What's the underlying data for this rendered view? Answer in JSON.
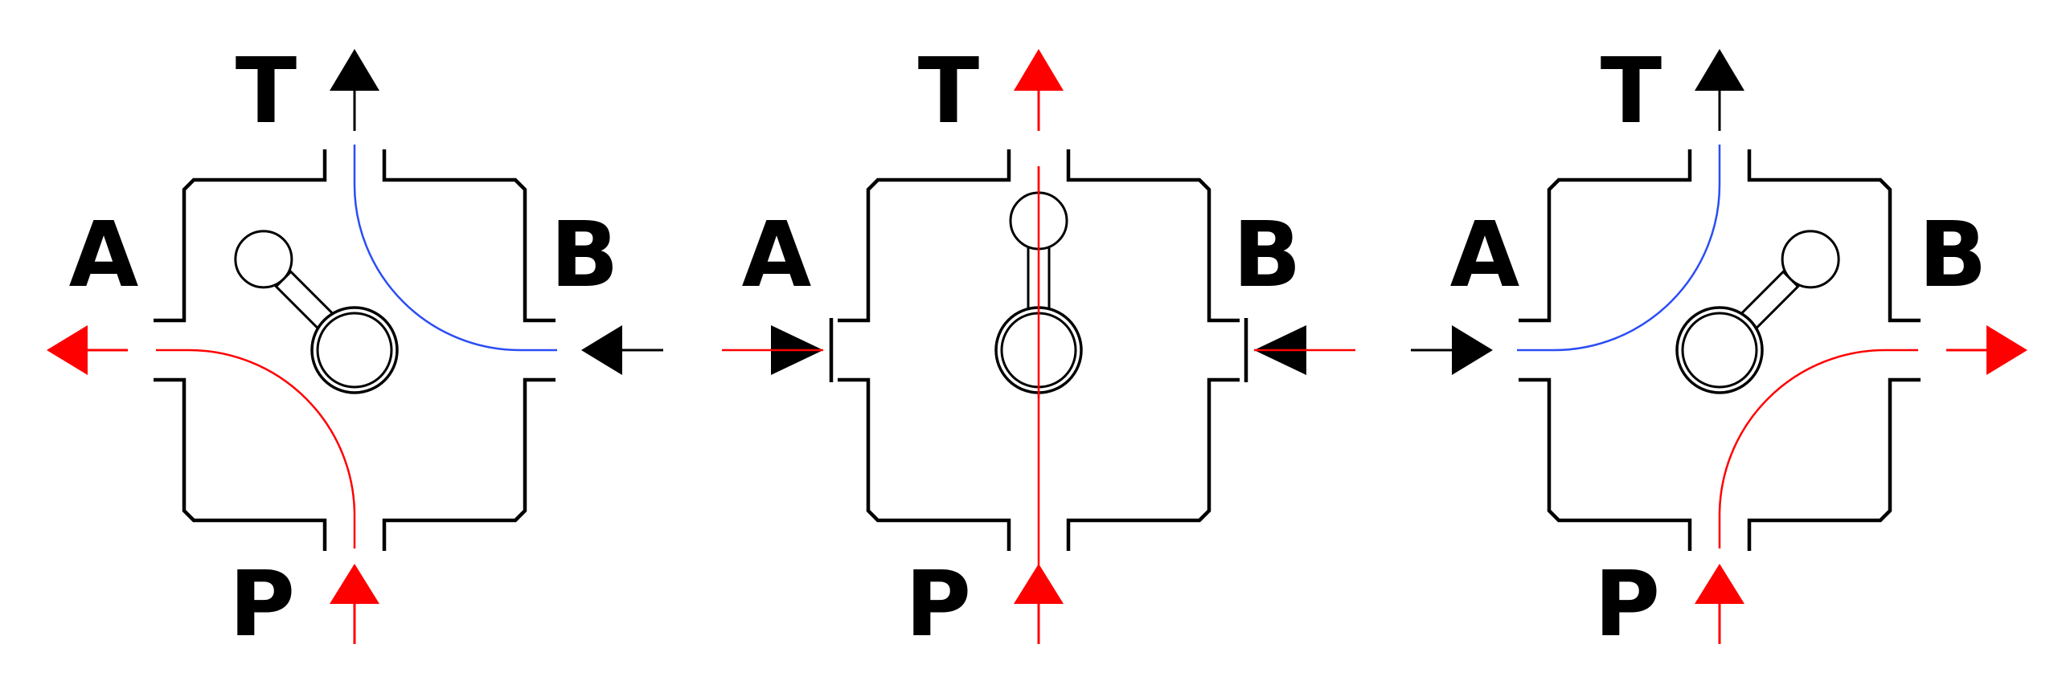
{
  "colors": {
    "pressure": "#ff0000",
    "return": "#2a4df5",
    "body": "#000000",
    "idle": "#000000"
  },
  "panels": [
    {
      "name": "position-left",
      "labels": {
        "T": "T",
        "A": "A",
        "B": "B",
        "P": "P"
      },
      "spool": "diagonal-up-left",
      "flows": [
        {
          "from": "P",
          "to": "A",
          "color": "pressure"
        },
        {
          "from": "B",
          "to": "T",
          "color": "return"
        }
      ],
      "arrows": {
        "T": {
          "dir": "out",
          "color": "idle"
        },
        "P": {
          "dir": "in",
          "color": "pressure"
        },
        "A": {
          "dir": "out",
          "color": "pressure"
        },
        "B": {
          "dir": "in",
          "color": "idle"
        }
      }
    },
    {
      "name": "position-center",
      "labels": {
        "T": "T",
        "A": "A",
        "B": "B",
        "P": "P"
      },
      "spool": "vertical",
      "flows": [
        {
          "from": "P",
          "to": "T",
          "color": "pressure"
        }
      ],
      "arrows": {
        "T": {
          "dir": "out",
          "color": "pressure"
        },
        "P": {
          "dir": "in",
          "color": "pressure"
        },
        "A": {
          "dir": "blocked",
          "color": "idle"
        },
        "B": {
          "dir": "blocked",
          "color": "idle"
        }
      }
    },
    {
      "name": "position-right",
      "labels": {
        "T": "T",
        "A": "A",
        "B": "B",
        "P": "P"
      },
      "spool": "diagonal-up-right",
      "flows": [
        {
          "from": "A",
          "to": "T",
          "color": "return"
        },
        {
          "from": "P",
          "to": "B",
          "color": "pressure"
        }
      ],
      "arrows": {
        "T": {
          "dir": "out",
          "color": "idle"
        },
        "P": {
          "dir": "in",
          "color": "pressure"
        },
        "A": {
          "dir": "in",
          "color": "idle"
        },
        "B": {
          "dir": "out",
          "color": "pressure"
        }
      }
    }
  ]
}
